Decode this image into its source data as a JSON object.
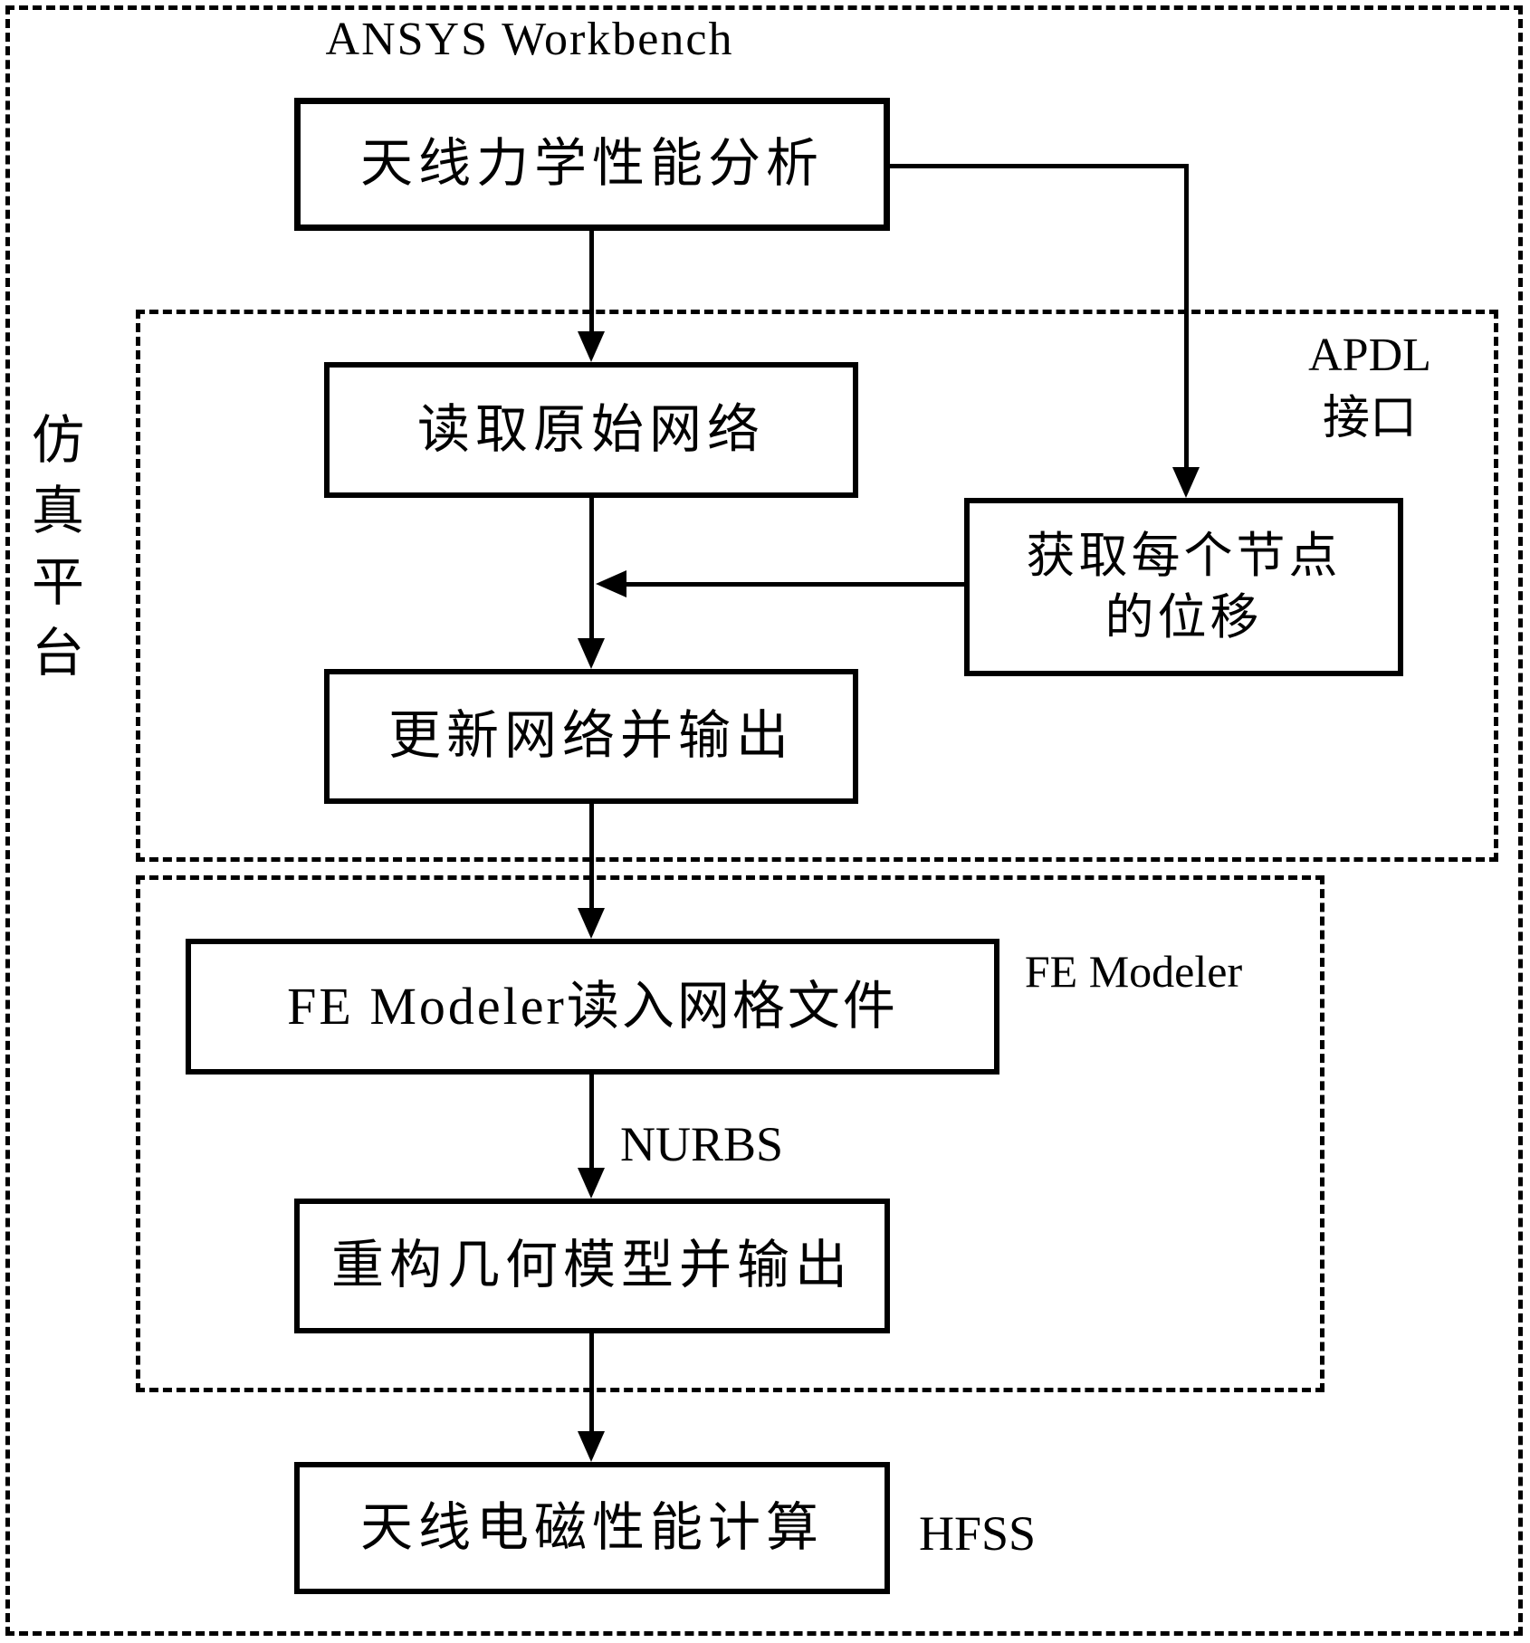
{
  "page": {
    "background_color": "#ffffff",
    "ink_color": "#000000"
  },
  "diagram": {
    "platform_label": "仿真平台",
    "title": "ANSYS Workbench",
    "boxes": {
      "mech_analysis": "天线力学性能分析",
      "read_mesh": "读取原始网络",
      "node_disp": "获取每个节点\n的位移",
      "update_mesh": "更新网络并输出",
      "fe_read": "FE Modeler读入网格文件",
      "rebuild_geom": "重构几何模型并输出",
      "em_calc": "天线电磁性能计算"
    },
    "region_labels": {
      "apdl": "APDL\n接口",
      "fe_modeler": "FE Modeler",
      "nurbs": "NURBS",
      "hfss": "HFSS"
    }
  }
}
